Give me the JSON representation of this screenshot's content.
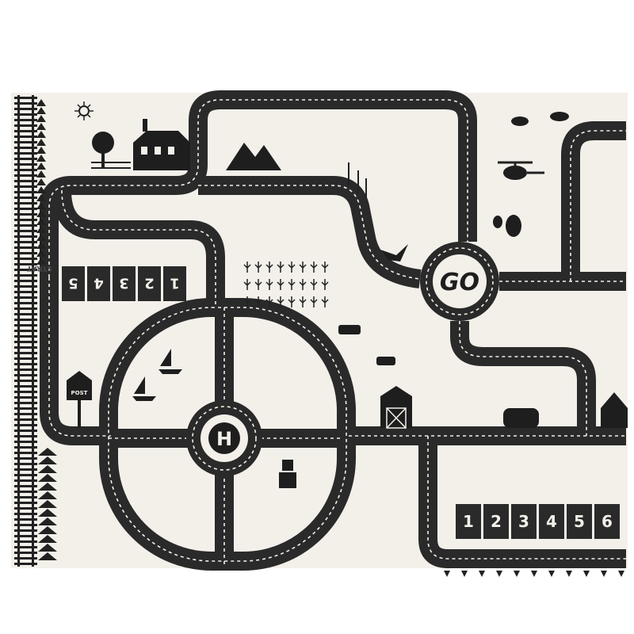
{
  "mat": {
    "background_color": "#f3f0ea",
    "road_color": "#2a2a2a",
    "roundabout_go_label": "GO",
    "roundabout_helipad_label": "H",
    "post_box_label": "POST",
    "start_label": "STRAT",
    "start_numbers": [
      "1",
      "2",
      "3",
      "4",
      "5"
    ],
    "finish_numbers": [
      "1",
      "2",
      "3",
      "4",
      "5",
      "6"
    ]
  }
}
